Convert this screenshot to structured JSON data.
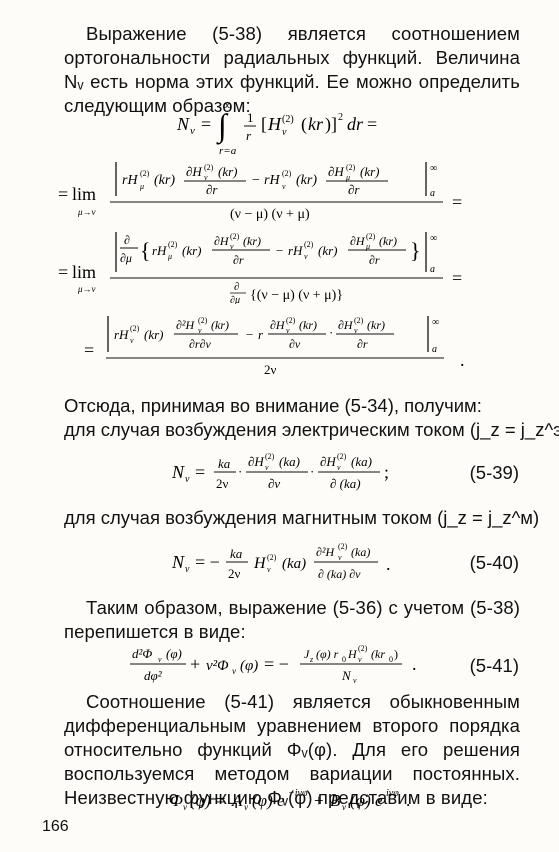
{
  "paragraphs": {
    "p1": "Выражение (5-38) является соотношением ортогональности радиальных функций. Величина Nᵥ есть норма этих функций. Ее можно определить следующим образом:",
    "p2_line1": "Отсюда, принимая во внимание (5-34), получим:",
    "p2_line2": "для случая возбуждения электрическим током (j_z = j_z^э)",
    "p3_line": "для случая возбуждения магнитным током (j_z = j_z^м)",
    "p4": "Таким образом, выражение (5-36) с учетом (5-38) перепишется в виде:",
    "p5": "Соотношение (5-41) является обыкновенным дифференциальным уравнением второго порядка относительно функций Φᵥ(φ). Для его решения воспользуемся методом вариации постоянных. Неизвестную функцию Φᵥ(φ) представим в виде:"
  },
  "equations": {
    "eq_norm": "Nᵥ = ∫_{r=a}^{∞} (1/r) [Hᵥ^{(2)}(kr)]² dr =",
    "eq_lim1_num": "| rHμ^{(2)}(kr) ∂Hᵥ^{(2)}(kr)/∂r − rHᵥ^{(2)}(kr) ∂Hμ^{(2)}(kr)/∂r |_a^∞",
    "eq_lim1_den": "(ν − μ)(ν + μ)",
    "eq_lim2_num": "| ∂/∂μ { rHμ^{(2)}(kr) ∂Hᵥ^{(2)}(kr)/∂r − rHᵥ^{(2)}(kr) ∂Hμ^{(2)}(kr)/∂r } |_a^∞",
    "eq_lim2_den": "∂/∂μ {(ν − μ)(ν + μ)}",
    "eq_final_num": "| rHᵥ^{(2)}(kr) ∂²Hᵥ^{(2)}(kr)/∂r∂ν − r ∂Hᵥ^{(2)}(kr)/∂ν · ∂Hᵥ^{(2)}(kr)/∂r |_a^∞",
    "eq_final_den": "2ν",
    "eq539": "Nᵥ = (ka/2ν) · ∂Hᵥ^{(2)}(ka)/∂ν · ∂Hᵥ^{(2)}(ka)/∂(ka) ;",
    "eq540": "Nᵥ = − (ka/2ν) Hᵥ^{(2)}(ka) ∂²Hᵥ^{(2)}(ka)/∂(ka)∂ν .",
    "eq541": "d²Φᵥ(φ)/dφ² + ν²Φᵥ(φ) = − J_z(φ) r₀ Hᵥ^{(2)}(kr₀) / Nᵥ .",
    "eq_last": "Φᵥ(φ) = Aᵥ(φ) e^{−iνφ} + Bᵥ(φ) e^{iνφ} ."
  },
  "equation_numbers": {
    "n539": "(5-39)",
    "n540": "(5-40)",
    "n541": "(5-41)"
  },
  "lim_label": "lim",
  "lim_sub": "μ→ν",
  "page_number": "166"
}
